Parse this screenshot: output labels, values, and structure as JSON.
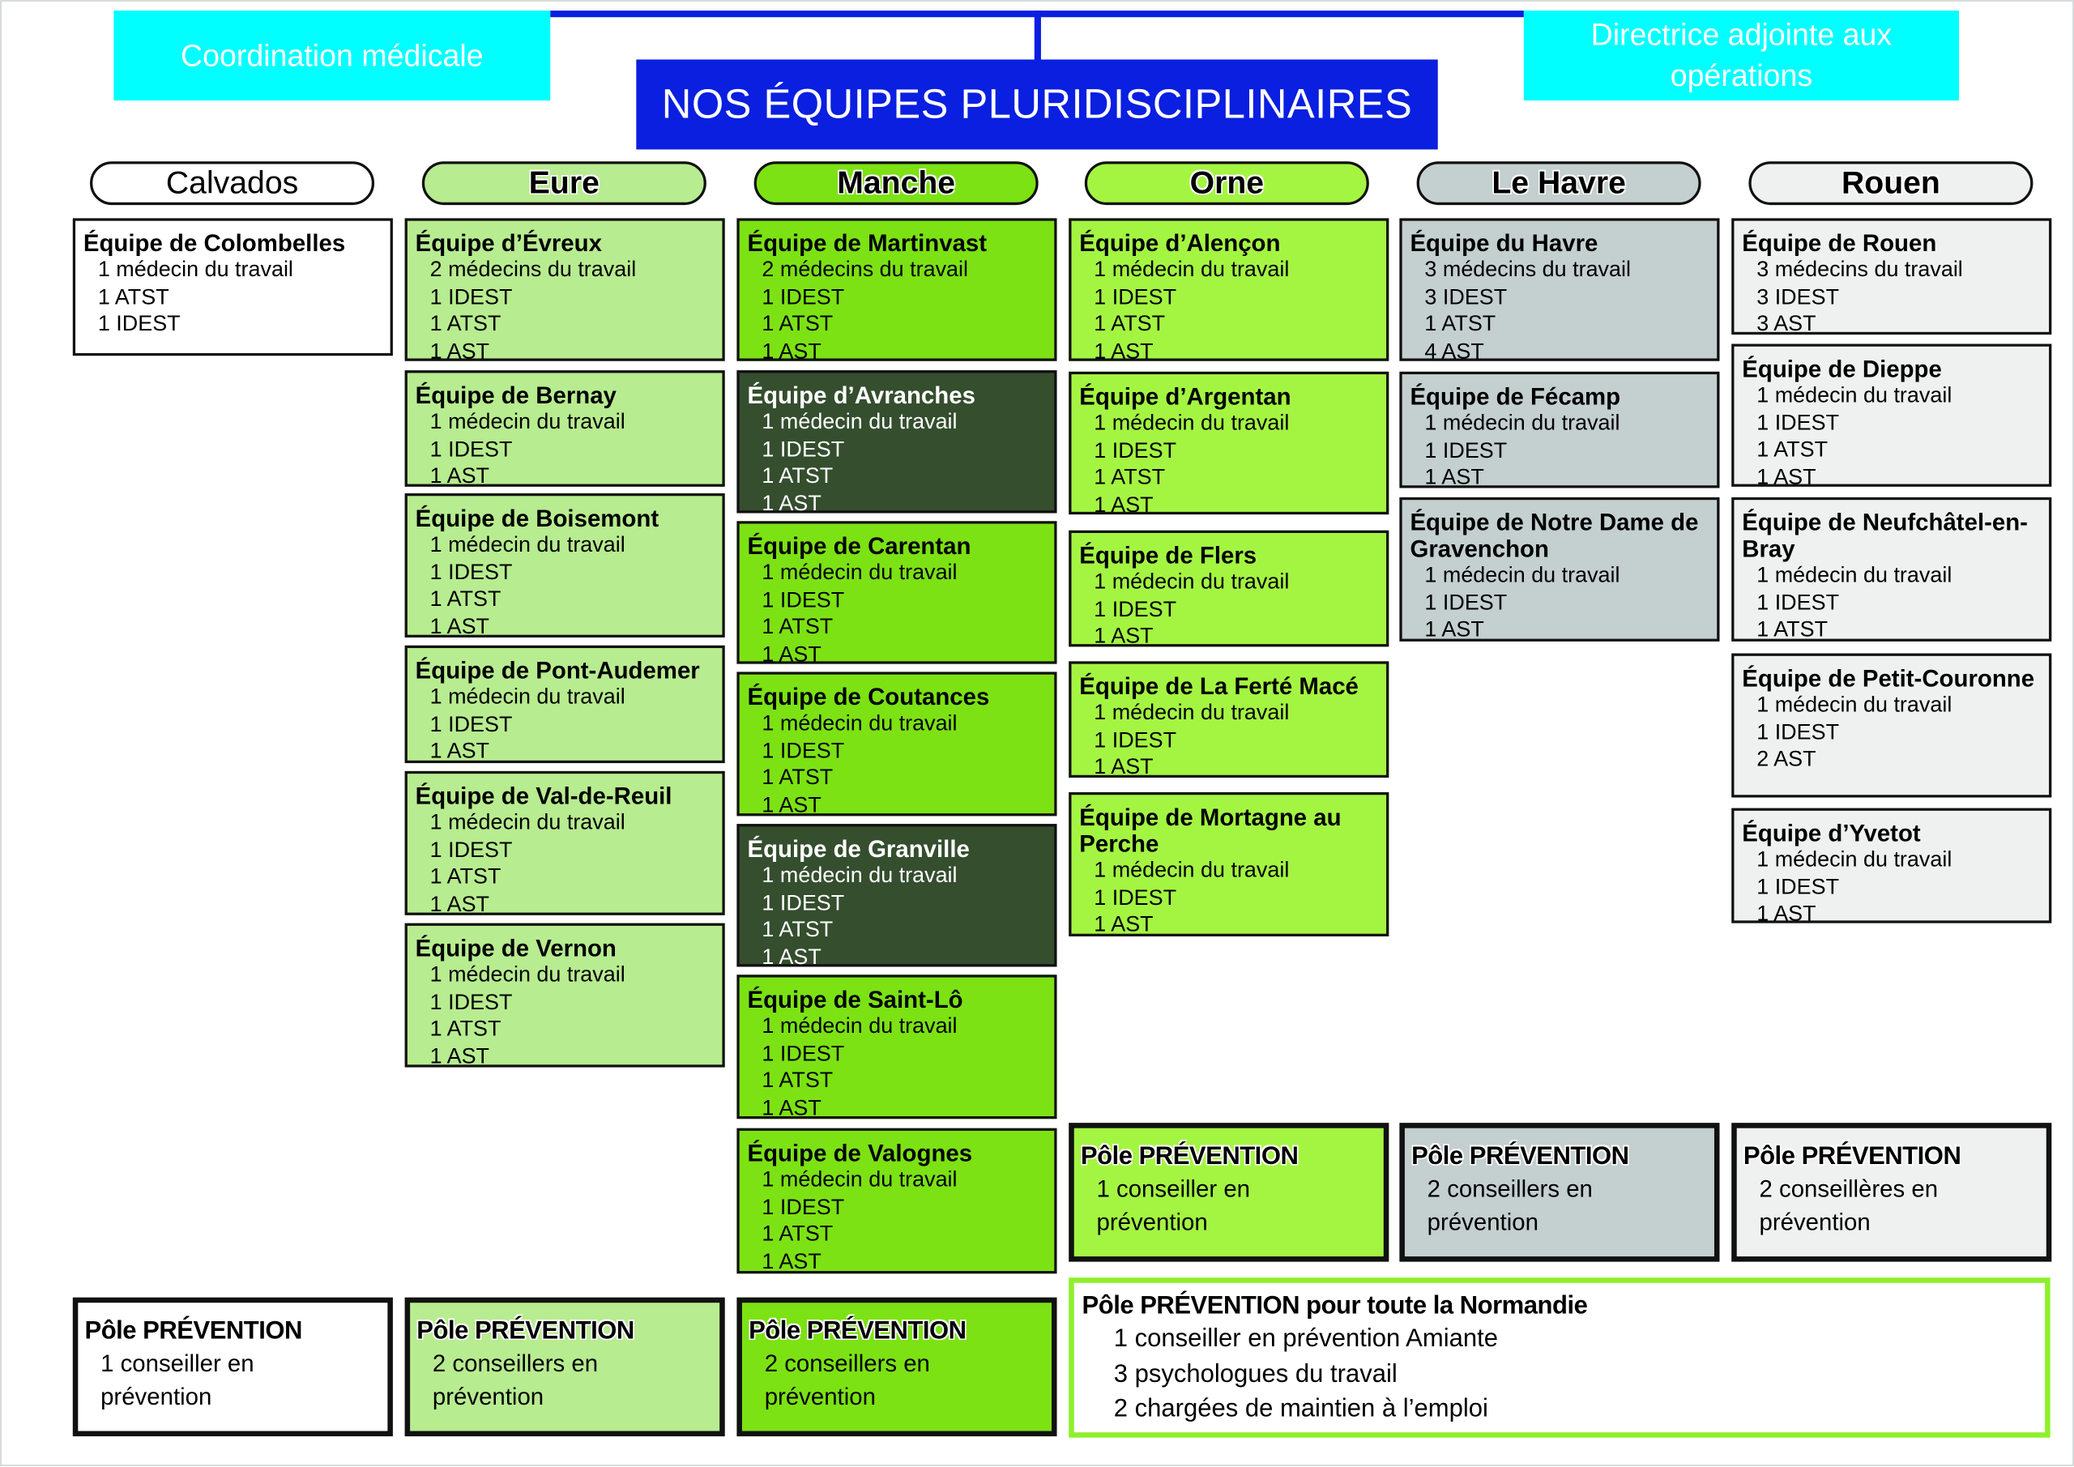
{
  "header": {
    "coordination": "Coordination médicale",
    "title": "NOS ÉQUIPES PLURIDISCIPLINAIRES",
    "directrice": "Directrice adjointe aux opérations"
  },
  "colors": {
    "cyan": "#00ffff",
    "blue": "#0a1fe0",
    "calvados": "#ffffff",
    "eure": "#b8ec90",
    "manche": "#7ce214",
    "orne": "#a4f542",
    "lehavre": "#c4cfcf",
    "rouen": "#eff1f1",
    "dark": "#344e2e",
    "normandie_border": "#8ef02a"
  },
  "columns": [
    {
      "name": "Calvados",
      "color": "#ffffff",
      "teams": [
        {
          "title": "Équipe de Colombelles",
          "lines": [
            "1 médecin du travail",
            "1 ATST",
            "1 IDEST"
          ]
        }
      ],
      "pole": {
        "title": "Pôle PRÉVENTION",
        "lines": [
          "1 conseiller en",
          "prévention"
        ]
      }
    },
    {
      "name": "Eure",
      "color": "#b8ec90",
      "teams": [
        {
          "title": "Équipe d’Évreux",
          "lines": [
            "2 médecins du travail",
            "1 IDEST",
            "1 ATST",
            "1 AST"
          ]
        },
        {
          "title": "Équipe de Bernay",
          "lines": [
            "1 médecin du travail",
            "1 IDEST",
            "1 AST"
          ]
        },
        {
          "title": "Équipe de Boisemont",
          "lines": [
            "1 médecin du travail",
            "1 IDEST",
            "1 ATST",
            "1 AST"
          ]
        },
        {
          "title": "Équipe de Pont-Audemer",
          "lines": [
            "1 médecin du travail",
            "1 IDEST",
            "1 AST"
          ]
        },
        {
          "title": "Équipe de Val-de-Reuil",
          "lines": [
            "1 médecin du travail",
            "1 IDEST",
            "1 ATST",
            "1 AST"
          ]
        },
        {
          "title": "Équipe de Vernon",
          "lines": [
            "1 médecin du travail",
            "1 IDEST",
            "1 ATST",
            "1 AST"
          ]
        }
      ],
      "pole": {
        "title": "Pôle PRÉVENTION",
        "lines": [
          "2 conseillers en",
          "prévention"
        ]
      }
    },
    {
      "name": "Manche",
      "color": "#7ce214",
      "teams": [
        {
          "title": "Équipe de Martinvast",
          "lines": [
            "2 médecins du travail",
            "1 IDEST",
            "1 ATST",
            "1 AST"
          ]
        },
        {
          "title": "Équipe d’Avranches",
          "lines": [
            "1 médecin du travail",
            "1 IDEST",
            "1 ATST",
            "1 AST"
          ],
          "dark": true
        },
        {
          "title": "Équipe de Carentan",
          "lines": [
            "1 médecin du travail",
            "1 IDEST",
            "1 ATST",
            "1 AST"
          ]
        },
        {
          "title": "Équipe de Coutances",
          "lines": [
            "1 médecin du travail",
            "1 IDEST",
            "1 ATST",
            "1 AST"
          ]
        },
        {
          "title": "Équipe de Granville",
          "lines": [
            "1 médecin du travail",
            "1 IDEST",
            "1 ATST",
            "1 AST"
          ],
          "dark": true
        },
        {
          "title": "Équipe de Saint-Lô",
          "lines": [
            "1 médecin du travail",
            "1 IDEST",
            "1 ATST",
            "1 AST"
          ]
        },
        {
          "title": "Équipe de Valognes",
          "lines": [
            "1 médecin du travail",
            "1 IDEST",
            "1 ATST",
            "1 AST"
          ]
        }
      ],
      "pole": {
        "title": "Pôle PRÉVENTION",
        "lines": [
          "2 conseillers en",
          "prévention"
        ]
      }
    },
    {
      "name": "Orne",
      "color": "#a4f542",
      "teams": [
        {
          "title": "Équipe d’Alençon",
          "lines": [
            "1 médecin du travail",
            "1 IDEST",
            "1 ATST",
            "1 AST"
          ]
        },
        {
          "title": "Équipe d’Argentan",
          "lines": [
            "1 médecin du travail",
            "1 IDEST",
            "1 ATST",
            "1 AST"
          ]
        },
        {
          "title": "Équipe de Flers",
          "lines": [
            "1 médecin du travail",
            "1 IDEST",
            "1 AST"
          ]
        },
        {
          "title": "Équipe de La Ferté Macé",
          "lines": [
            "1 médecin du travail",
            "1 IDEST",
            "1 AST"
          ]
        },
        {
          "title": "Équipe de Mortagne au Perche",
          "lines": [
            "1 médecin du travail",
            "1 IDEST",
            "1 AST"
          ]
        }
      ],
      "pole": {
        "title": "Pôle PRÉVENTION",
        "lines": [
          "1 conseiller en",
          "prévention"
        ]
      }
    },
    {
      "name": "Le Havre",
      "color": "#c4cfcf",
      "teams": [
        {
          "title": "Équipe du Havre",
          "lines": [
            "3 médecins du travail",
            "3 IDEST",
            "1 ATST",
            "4 AST"
          ]
        },
        {
          "title": "Équipe de Fécamp",
          "lines": [
            "1 médecin du travail",
            "1 IDEST",
            "1 AST"
          ]
        },
        {
          "title": "Équipe de Notre Dame de Gravenchon",
          "lines": [
            "1 médecin du travail",
            "1 IDEST",
            "1 AST"
          ]
        }
      ],
      "pole": {
        "title": "Pôle PRÉVENTION",
        "lines": [
          "2 conseillers en",
          "prévention"
        ]
      }
    },
    {
      "name": "Rouen",
      "color": "#eff1f1",
      "teams": [
        {
          "title": "Équipe de Rouen",
          "lines": [
            "3 médecins du travail",
            "3 IDEST",
            "3 AST"
          ]
        },
        {
          "title": "Équipe de Dieppe",
          "lines": [
            "1 médecin du travail",
            "1 IDEST",
            "1 ATST",
            "1 AST"
          ]
        },
        {
          "title": "Équipe de Neufchâtel-en-Bray",
          "lines": [
            "1 médecin du travail",
            "1 IDEST",
            "1 ATST"
          ]
        },
        {
          "title": "Équipe de Petit-Couronne",
          "lines": [
            "1 médecin du travail",
            "1 IDEST",
            "2 AST"
          ]
        },
        {
          "title": "Équipe d’Yvetot",
          "lines": [
            "1 médecin du travail",
            "1 IDEST",
            "1 AST"
          ]
        }
      ],
      "pole": {
        "title": "Pôle PRÉVENTION",
        "lines": [
          "2 conseillères en",
          "prévention"
        ]
      }
    }
  ],
  "normandie": {
    "title": "Pôle PRÉVENTION pour toute la Normandie",
    "lines": [
      "1 conseiller en prévention Amiante",
      "3 psychologues du travail",
      "2 chargées de maintien à l’emploi"
    ]
  }
}
